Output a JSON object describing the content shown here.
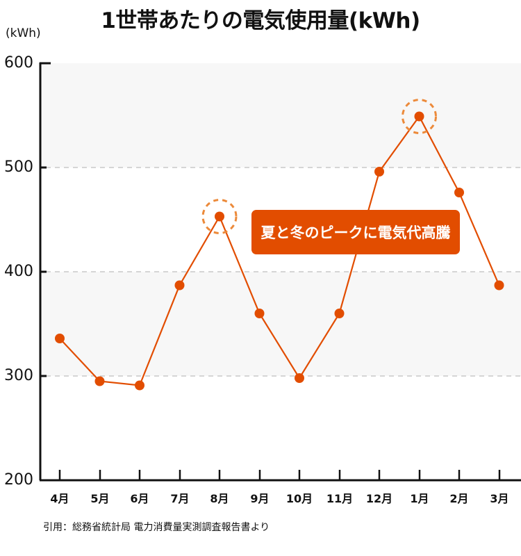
{
  "title": "1世帯あたりの電気使用量(kWh)",
  "unit_label": "(kWh)",
  "callout": "夏と冬のピークに電気代高騰",
  "source": "引用：総務省統計局 電力消費量実測調査報告書より",
  "colors": {
    "line": "#e24d00",
    "highlight_ring": "#ec8a3a",
    "band": "#f7f7f7",
    "grid": "#c8c8c8",
    "axis": "#111111"
  },
  "y_ticks": [
    "600",
    "500",
    "400",
    "300",
    "200"
  ],
  "x_ticks": [
    "4月",
    "5月",
    "6月",
    "7月",
    "8月",
    "9月",
    "10月",
    "11月",
    "12月",
    "1月",
    "2月",
    "3月"
  ],
  "chart_data": {
    "type": "line",
    "title": "1世帯あたりの電気使用量(kWh)",
    "xlabel": "",
    "ylabel": "(kWh)",
    "ylim": [
      200,
      600
    ],
    "y_ticks": [
      200,
      300,
      400,
      500,
      600
    ],
    "grid": "horizontal dashed at 300/400/500, alternating shaded bands",
    "categories": [
      "4月",
      "5月",
      "6月",
      "7月",
      "8月",
      "9月",
      "10月",
      "11月",
      "12月",
      "1月",
      "2月",
      "3月"
    ],
    "series": [
      {
        "name": "電気使用量",
        "values": [
          336,
          295,
          291,
          387,
          453,
          360,
          298,
          360,
          496,
          549,
          476,
          387
        ]
      }
    ],
    "highlighted_points": [
      "8月",
      "1月"
    ],
    "annotations": [
      "夏と冬のピークに電気代高騰"
    ],
    "source": "引用：総務省統計局 電力消費量実測調査報告書より"
  }
}
